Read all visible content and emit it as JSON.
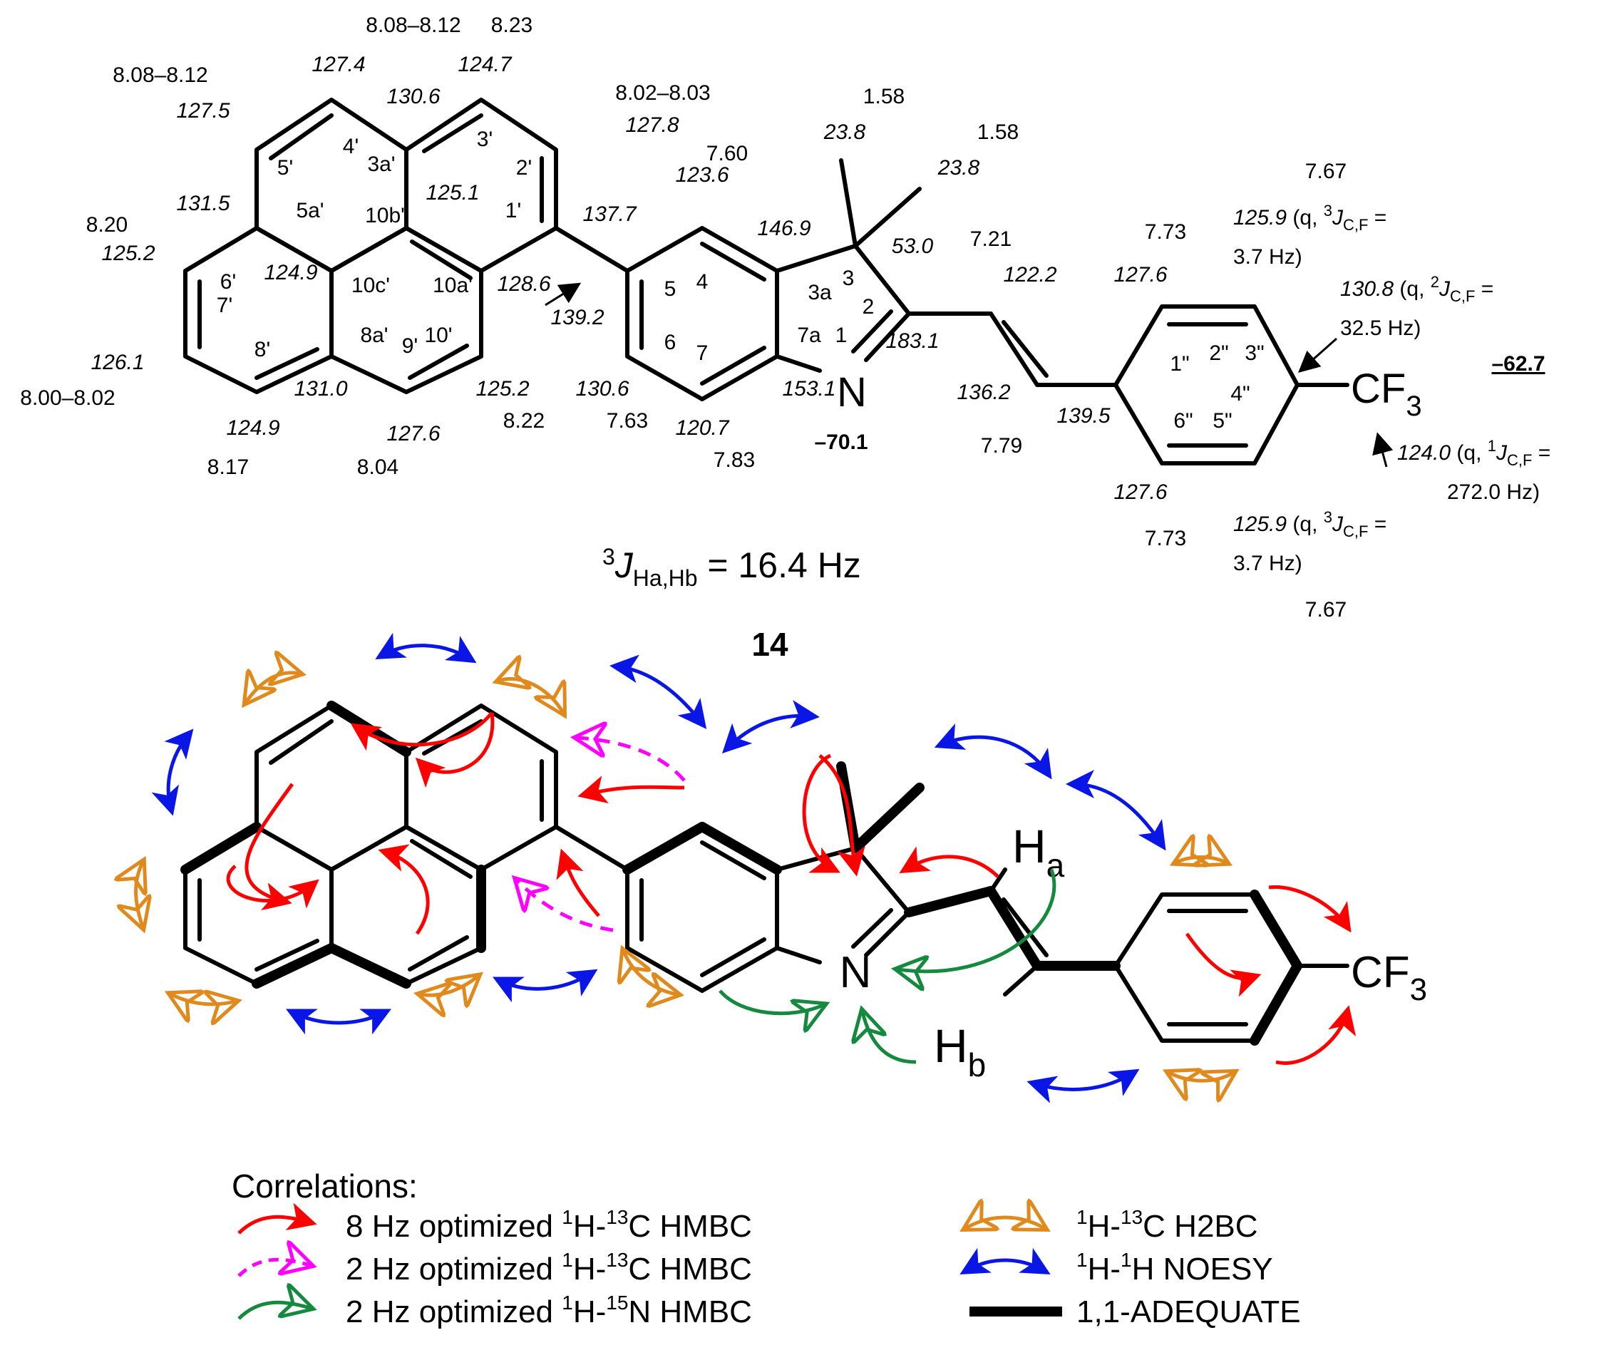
{
  "compound": {
    "number": "14",
    "coupling_prefix": "3",
    "coupling_J": "J",
    "coupling_sub": "Ha,Hb",
    "coupling_value": " = 16.4 Hz",
    "N_label": "N",
    "CF3_label": "CF",
    "CF3_sub": "3",
    "N15_shift": "–70.1",
    "F19_shift": "–62.7"
  },
  "atom_numbers": [
    "1'",
    "2'",
    "3'",
    "3a'",
    "4'",
    "5'",
    "5a'",
    "6'",
    "7'",
    "8'",
    "8a'",
    "9'",
    "10'",
    "10a'",
    "10b'",
    "10c'",
    "1",
    "2",
    "3",
    "3a",
    "4",
    "5",
    "6",
    "7",
    "7a",
    "1\"",
    "2\"",
    "3\"",
    "4\"",
    "5\"",
    "6\""
  ],
  "proton_shifts": [
    "8.08–8.12",
    "8.08–8.12",
    "8.23",
    "8.02–8.03",
    "1.58",
    "1.58",
    "7.60",
    "8.20",
    "8.00–8.02",
    "8.17",
    "8.04",
    "8.22",
    "7.63",
    "7.83",
    "7.21",
    "7.79",
    "7.73",
    "7.67",
    "7.73",
    "7.67"
  ],
  "carbon_shifts": [
    "127.5",
    "127.4",
    "130.6",
    "124.7",
    "127.8",
    "23.8",
    "23.8",
    "131.5",
    "125.1",
    "137.7",
    "123.6",
    "146.9",
    "53.0",
    "122.2",
    "127.6",
    "125.2",
    "124.9",
    "128.6",
    "139.2",
    "183.1",
    "126.1",
    "131.0",
    "125.2",
    "130.6",
    "153.1",
    "136.2",
    "139.5",
    "124.9",
    "127.6",
    "120.7",
    "127.6"
  ],
  "cf_couplings": [
    {
      "shift": "125.9",
      "head": " (q, ",
      "sup": "3",
      "j": "J",
      "sub": "C,F",
      "tail": " =",
      "value": "3.7 Hz)"
    },
    {
      "shift": "130.8",
      "head": " (q, ",
      "sup": "2",
      "j": "J",
      "sub": "C,F",
      "tail": " =",
      "value": "32.5 Hz)"
    },
    {
      "shift": "124.0",
      "head": " (q, ",
      "sup": "1",
      "j": "J",
      "sub": "C,F",
      "tail": " =",
      "value": "272.0 Hz)"
    },
    {
      "shift": "125.9",
      "head": " (q, ",
      "sup": "3",
      "j": "J",
      "sub": "C,F",
      "tail": " =",
      "value": "3.7 Hz)"
    }
  ],
  "correlation_diagram": {
    "Ha_label": "H",
    "Ha_sub": "a",
    "Hb_label": "H",
    "Hb_sub": "b",
    "N_label": "N",
    "CF3_label": "CF",
    "CF3_sub": "3"
  },
  "legend": {
    "title": "Correlations:",
    "items": [
      {
        "pre": "8 Hz optimized ",
        "s1": "1",
        "m1": "H-",
        "s2": "13",
        "post": "C HMBC",
        "color": "#ff0000"
      },
      {
        "pre": "2 Hz optimized ",
        "s1": "1",
        "m1": "H-",
        "s2": "13",
        "post": "C HMBC",
        "color": "#ff00ff"
      },
      {
        "pre": "2 Hz optimized ",
        "s1": "1",
        "m1": "H-",
        "s2": "15",
        "post": "N HMBC",
        "color": "#158a3e"
      },
      {
        "pre": "",
        "s1": "1",
        "m1": "H-",
        "s2": "13",
        "post": "C H2BC",
        "color": "#e08a1e"
      },
      {
        "pre": "",
        "s1": "1",
        "m1": "H-",
        "s2": "1",
        "post": "H NOESY",
        "color": "#0a16e6"
      },
      {
        "pre": "1,1-ADEQUATE",
        "s1": "",
        "m1": "",
        "s2": "",
        "post": "",
        "color": "#000000"
      }
    ]
  }
}
